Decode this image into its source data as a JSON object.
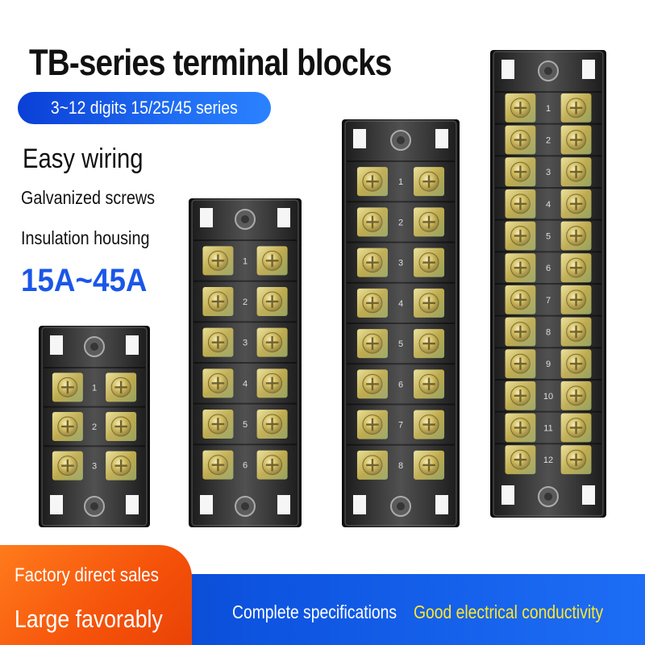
{
  "headline": {
    "title": "TB-series terminal blocks",
    "series_tag": "3~12 digits 15/25/45 series"
  },
  "features": {
    "easy_wiring": "Easy wiring",
    "screws": "Galvanized screws",
    "housing": "Insulation housing",
    "current_range": "15A~45A"
  },
  "footer": {
    "factory": "Factory direct sales",
    "favorably": "Large favorably",
    "specs": "Complete specifications",
    "conductivity": "Good electrical conductivity"
  },
  "products": [
    {
      "name": "3-position block",
      "positions": 3,
      "numbers": [
        "1",
        "2",
        "3"
      ]
    },
    {
      "name": "6-position block",
      "positions": 6,
      "numbers": [
        "1",
        "2",
        "3",
        "4",
        "5",
        "6"
      ]
    },
    {
      "name": "8-position block",
      "positions": 8,
      "numbers": [
        "1",
        "2",
        "3",
        "4",
        "5",
        "6",
        "7",
        "8"
      ]
    },
    {
      "name": "12-position block",
      "positions": 12,
      "numbers": [
        "1",
        "2",
        "3",
        "4",
        "5",
        "6",
        "7",
        "8",
        "9",
        "10",
        "11",
        "12"
      ]
    }
  ],
  "colors": {
    "accent_blue": "#1a56e8",
    "footer_orange": "#f5520a",
    "footer_blue": "#0d54e0",
    "highlight_yellow": "#ffe82a",
    "housing_black": "#1a1a1a",
    "screw_brass": "#c9b24a"
  }
}
